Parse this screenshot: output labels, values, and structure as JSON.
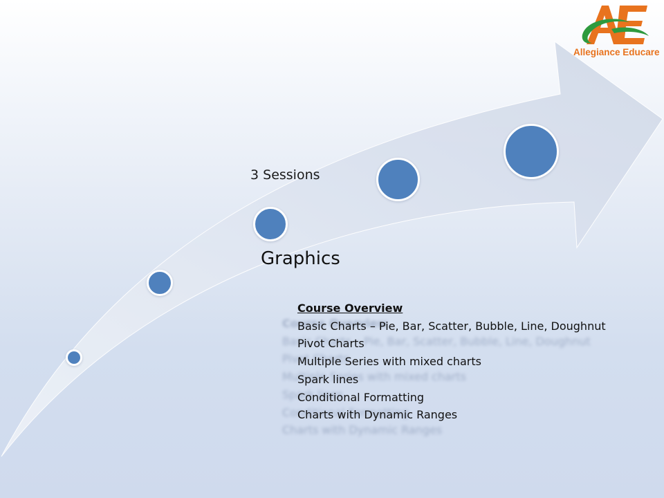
{
  "brand": {
    "name": "Allegiance Educare",
    "colors": {
      "orange": "#e8731e",
      "green": "#2e9a3e"
    }
  },
  "timeline": {
    "sessions_label": "3 Sessions",
    "title": "Graphics",
    "color": "#4f81bd"
  },
  "overview": {
    "heading": "Course Overview",
    "items": [
      "Basic Charts – Pie, Bar, Scatter, Bubble, Line, Doughnut",
      "Pivot Charts",
      "Multiple Series with mixed charts",
      "Spark lines",
      "Conditional Formatting",
      "Charts with Dynamic Ranges"
    ]
  }
}
